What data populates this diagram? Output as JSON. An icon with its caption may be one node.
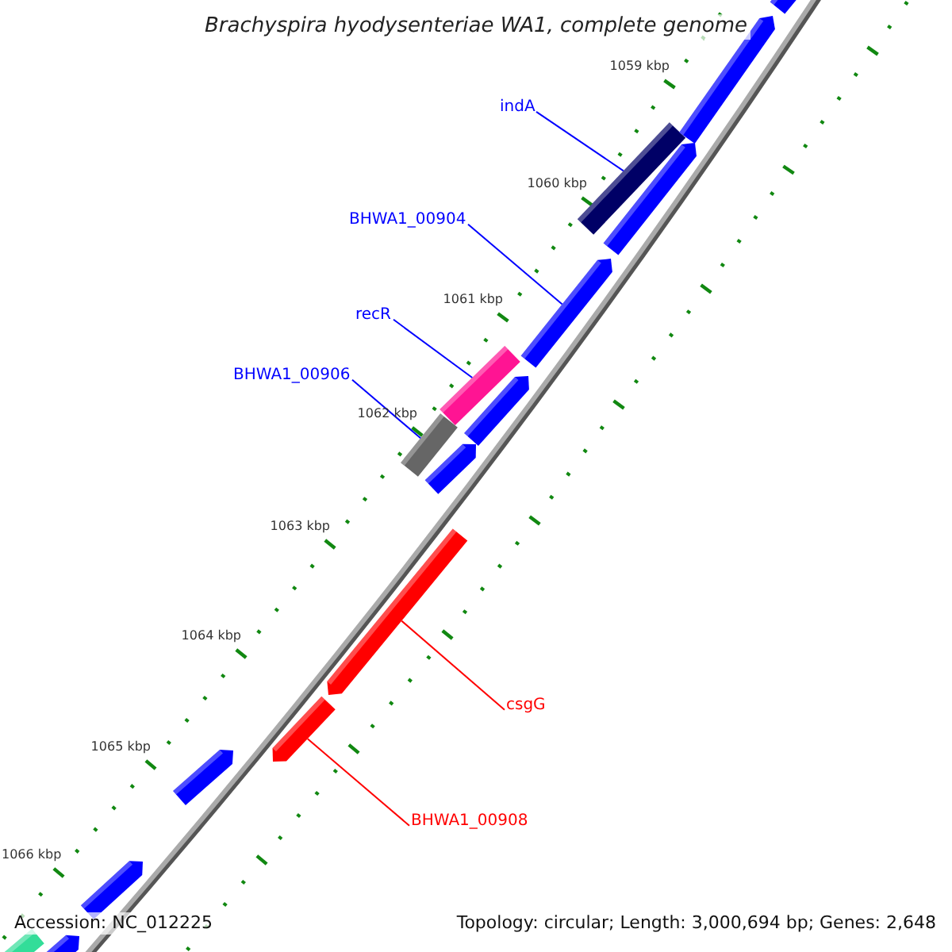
{
  "diagram": {
    "title": "Brachyspira hyodysenteriae WA1, complete genome",
    "nodes": [
      {
        "text": [
          "indA"
        ]
      },
      {
        "text": [],
        "shape": "bar"
      },
      {
        "text": [
          "BHWA1_00904"
        ]
      },
      {
        "text": [],
        "shape": "bar"
      },
      {
        "text": [
          "recR"
        ]
      },
      {
        "text": [],
        "shape": "bar"
      },
      {
        "text": [
          "BHWA1_00906"
        ]
      },
      {
        "text": [],
        "shape": "bar"
      },
      {
        "text": [
          "csgG"
        ]
      },
      {
        "text": [],
        "shape": "bar"
      },
      {
        "text": [
          "BHWA1_00908"
        ]
      },
      {
        "text": [],
        "shape": "bar"
      },
      {
        "text": [],
        "shape": "bar"
      },
      {
        "text": [],
        "shape": "bar"
      },
      {
        "text": [],
        "shape": "bar"
      },
      {
        "text": [],
        "shape": "bar"
      },
      {
        "text": [],
        "shape": "bar"
      },
      {
        "text": [],
        "shape": "bar"
      },
      {
        "text": [],
        "shape": "bar"
      },
      {
        "text": [],
        "shape": "bar"
      },
      {
        "text": [],
        "shape": "bar"
      }
    ],
    "edges": [
      {
        "from": 0,
        "to": 1,
        "arrow": "none"
      },
      {
        "from": 2,
        "to": 3,
        "arrow": "none"
      },
      {
        "from": 4,
        "to": 5,
        "arrow": "none"
      },
      {
        "from": 6,
        "to": 7,
        "arrow": "none"
      },
      {
        "from": 8,
        "to": 9,
        "arrow": "none",
        "color": "#ff0000"
      },
      {
        "from": 10,
        "to": 11,
        "arrow": "none",
        "color": "#ff0000"
      }
    ],
    "labels": [
      "1059 kbp",
      "1060 kbp",
      "1061 kbp",
      "1062 kbp",
      "1063 kbp",
      "1064 kbp",
      "1065 kbp",
      "1066 kbp",
      "Accession: NC_012225",
      "Topology: circular; Length: 3,000,694 bp; Genes: 2,648"
    ]
  }
}
